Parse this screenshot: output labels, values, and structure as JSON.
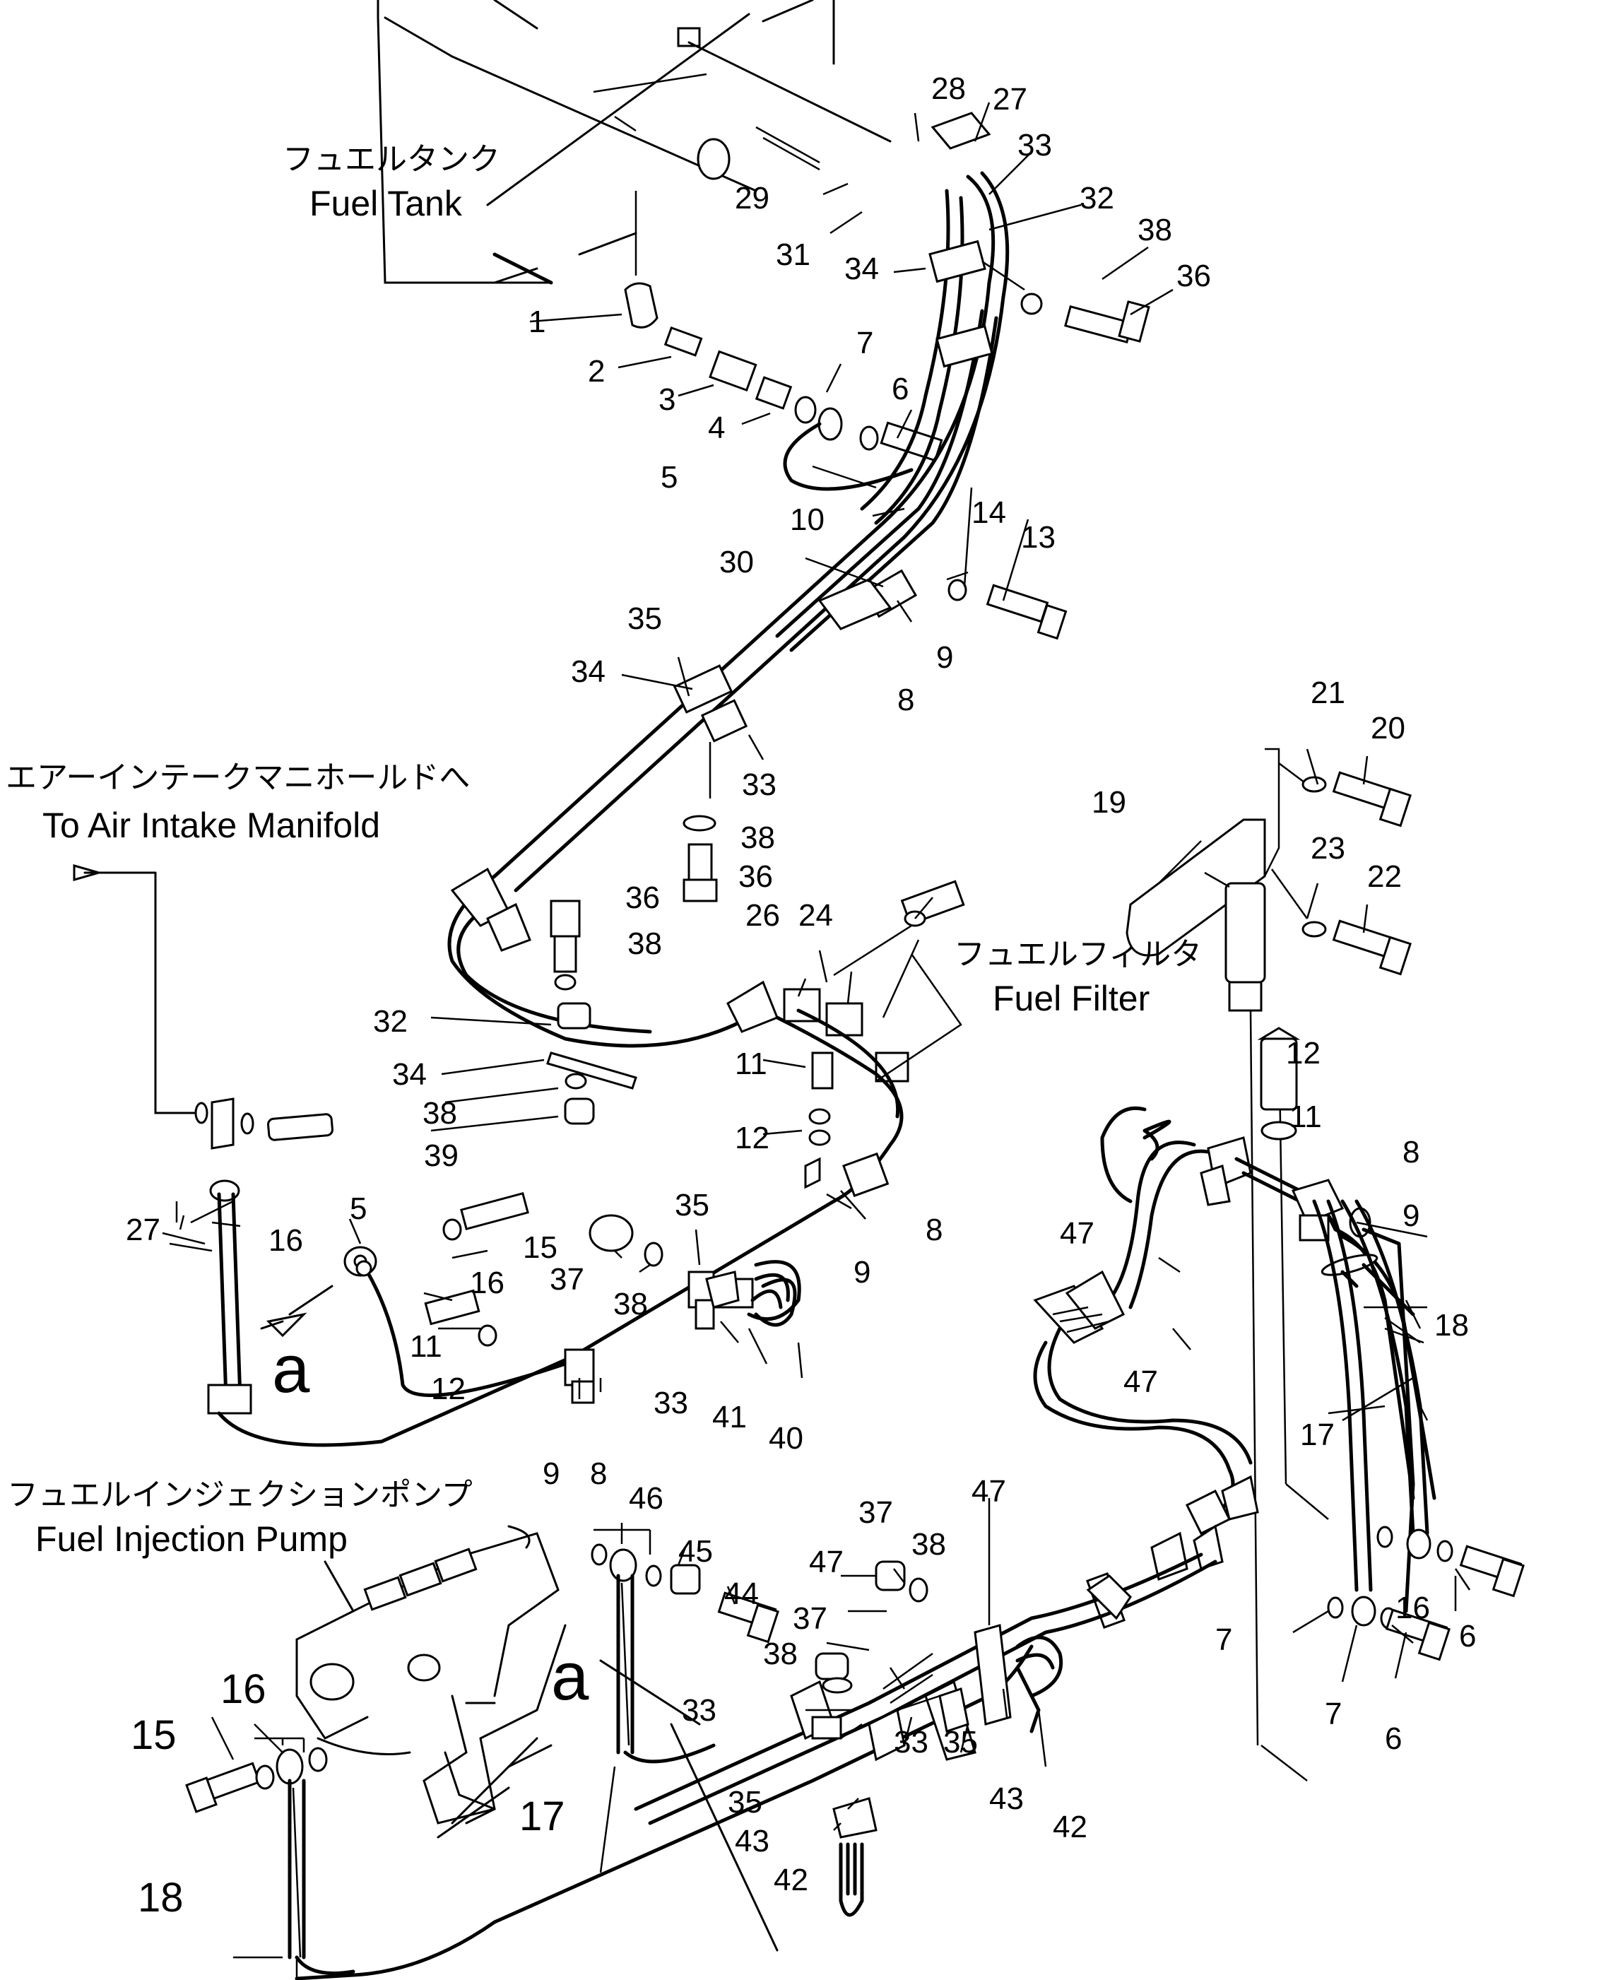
{
  "labels": {
    "fuel_tank_jp": "フュエルタンク",
    "fuel_tank_en": "Fuel Tank",
    "air_intake_jp": "エアーインテークマニホールドへ",
    "air_intake_en": "To Air Intake Manifold",
    "fuel_filter_jp": "フュエルフィルタ",
    "fuel_filter_en": "Fuel Filter",
    "injection_pump_jp": "フュエルインジェクションポンプ",
    "injection_pump_en": "Fuel Injection Pump",
    "view_a_left": "a",
    "view_a_bottom": "a"
  },
  "callouts": {
    "c28": "28",
    "c27a": "27",
    "c33a": "33",
    "c32a": "32",
    "c38a": "38",
    "c36a": "36",
    "c29": "29",
    "c31": "31",
    "c34a": "34",
    "c1": "1",
    "c2": "2",
    "c3": "3",
    "c4": "4",
    "c7a": "7",
    "c6a": "6",
    "c5a": "5",
    "c10": "10",
    "c14": "14",
    "c13": "13",
    "c30": "30",
    "c35a": "35",
    "c34b": "34",
    "c8a": "8",
    "c9a": "9",
    "c33b": "33",
    "c38b": "38",
    "c36b": "36",
    "c21": "21",
    "c20": "20",
    "c19": "19",
    "c23": "23",
    "c22": "22",
    "c36c": "36",
    "c38c": "38",
    "c26": "26",
    "c24": "24",
    "c32b": "32",
    "c34c": "34",
    "c38d": "38",
    "c39": "39",
    "c11a": "11",
    "c12a": "12",
    "c12b": "12",
    "c11b": "11",
    "c8b": "8",
    "c9b": "9",
    "c27b": "27",
    "c16a": "16",
    "c5b": "5",
    "c16b": "16",
    "c15a": "15",
    "c37a": "37",
    "c38e": "38",
    "c35b": "35",
    "c8c": "8",
    "c9c": "9",
    "c47a": "47",
    "c47b": "47",
    "c18a": "18",
    "c17a": "17",
    "c11c": "11",
    "c12c": "12",
    "c33c": "33",
    "c41": "41",
    "c40": "40",
    "c9d": "9",
    "c8d": "8",
    "c46": "46",
    "c45": "45",
    "c44": "44",
    "c37b": "37",
    "c38f": "38",
    "c47c": "47",
    "c47d": "47",
    "c37c": "37",
    "c38g": "38",
    "c33d": "33",
    "c33e": "33",
    "c35c": "35",
    "c35d": "35",
    "c43a": "43",
    "c43b": "43",
    "c42a": "42",
    "c42b": "42",
    "c17b": "17",
    "c15b": "15",
    "c16c": "16",
    "c18b": "18",
    "c16d": "16",
    "c6b": "6",
    "c7b": "7",
    "c7c": "7",
    "c6c": "6"
  }
}
